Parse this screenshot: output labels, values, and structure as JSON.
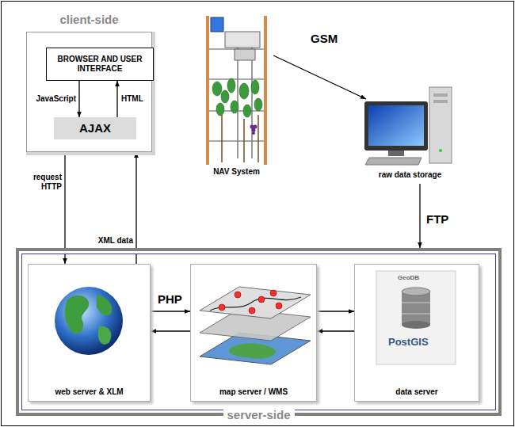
{
  "diagram": {
    "nodes": [
      {
        "text": [
          "client-side"
        ]
      },
      {
        "text": [
          "BROWSER AND USER INTERFACE"
        ],
        "in": 0
      },
      {
        "text": [
          "AJAX"
        ],
        "in": 0
      },
      {
        "text": [
          "NAV System"
        ]
      },
      {
        "text": [
          "raw data storage"
        ]
      },
      {
        "text": [
          "server-side"
        ]
      },
      {
        "text": [
          "web server & XLM"
        ],
        "in": 5
      },
      {
        "text": [
          "map server / WMS"
        ],
        "in": 5
      },
      {
        "text": [
          "data server"
        ],
        "in": 5
      }
    ],
    "edges": [
      {
        "from": 1,
        "to": 2,
        "arrow": "to",
        "label": "JavaScript"
      },
      {
        "from": 2,
        "to": 1,
        "arrow": "to",
        "label": "HTML"
      },
      {
        "from": 0,
        "to": 6,
        "arrow": "to",
        "label": "request HTTP"
      },
      {
        "from": 6,
        "to": 0,
        "arrow": "to",
        "label": "XML data"
      },
      {
        "from": 3,
        "to": 4,
        "arrow": "to",
        "label": "GSM"
      },
      {
        "from": 4,
        "to": 5,
        "arrow": "to",
        "label": "FTP"
      },
      {
        "from": 6,
        "to": 7,
        "arrow": "to",
        "label": "PHP"
      },
      {
        "from": 7,
        "to": 6,
        "arrow": "to"
      },
      {
        "from": 7,
        "to": 8,
        "arrow": "to"
      },
      {
        "from": 8,
        "to": 7,
        "arrow": "to"
      }
    ],
    "labels": [
      "GeoDB",
      "PostGIS"
    ]
  }
}
